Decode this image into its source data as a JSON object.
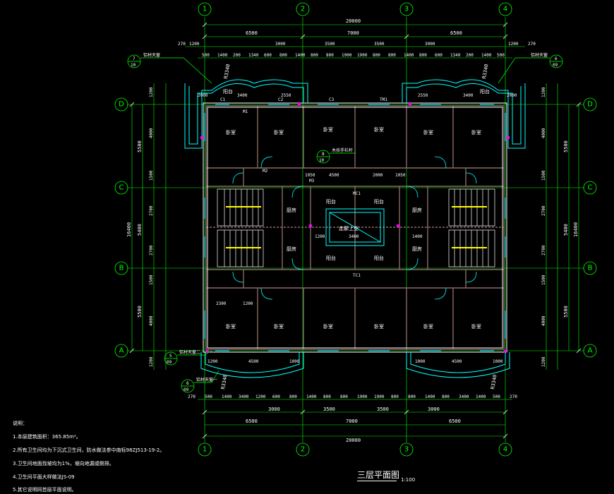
{
  "drawing": {
    "title": "三层平面图",
    "scale": "1:100"
  },
  "axes": {
    "columns": [
      "1",
      "2",
      "3",
      "4"
    ],
    "rows": [
      "D",
      "C",
      "B",
      "A"
    ]
  },
  "dimensions": {
    "top_total": "20000",
    "top_row2": [
      "6500",
      "7000",
      "6500"
    ],
    "top_row3": [
      "270",
      "1200",
      "3000",
      "3500",
      "3500",
      "3000",
      "1200",
      "270"
    ],
    "top_row4": [
      "500",
      "1400",
      "200",
      "1340",
      "600",
      "800",
      "1400",
      "800",
      "800",
      "1900",
      "1900",
      "800",
      "800",
      "1400",
      "800",
      "600",
      "1340",
      "200",
      "1400",
      "500"
    ],
    "bottom_total": "20000",
    "bottom_row2": [
      "6500",
      "7000",
      "6500"
    ],
    "bottom_row3": [
      "3000",
      "3500",
      "3500",
      "3000"
    ],
    "bottom_row4": [
      "270",
      "500",
      "1400",
      "3400",
      "1200",
      "600",
      "800",
      "1400",
      "800",
      "800",
      "1900",
      "1900",
      "800",
      "800",
      "1400",
      "800",
      "3400",
      "1400",
      "500",
      "270"
    ],
    "left_total": "16400",
    "left_row2": [
      "5500",
      "5400",
      "5500"
    ],
    "left_row3": [
      "1200",
      "4000",
      "1500",
      "2700",
      "2700",
      "1500",
      "4000",
      "1200"
    ],
    "right_total": "16400",
    "right_row2": [
      "5500",
      "5400",
      "5500"
    ],
    "right_row3": [
      "1200",
      "4000",
      "1500",
      "2700",
      "2700",
      "1500",
      "4000",
      "1200"
    ]
  },
  "labels": {
    "balconies": [
      "阳台",
      "阳台",
      "阳台",
      "阳台",
      "阳台",
      "阳台"
    ],
    "bedrooms": [
      "卧室",
      "卧室",
      "卧室",
      "卧室",
      "卧室",
      "卧室",
      "卧室",
      "卧室",
      "卧室",
      "卧室",
      "卧室",
      "卧室"
    ],
    "kitchens": [
      "厨房",
      "厨房",
      "厨房",
      "厨房"
    ],
    "stair_hall": "走廊上空",
    "radii": [
      "R3340",
      "R3340",
      "R3340",
      "R3340"
    ],
    "interior_dims": [
      "2000",
      "3400",
      "2550",
      "2550",
      "3400",
      "2000",
      "1050",
      "4500",
      "2000",
      "1050",
      "1200",
      "3400",
      "1400",
      "2300",
      "1200",
      "1200",
      "4500",
      "1000",
      "1000",
      "4500",
      "1000"
    ],
    "codes": [
      "C1",
      "C2",
      "C3",
      "M1",
      "M2",
      "M3",
      "MC1",
      "TC1",
      "TM1"
    ]
  },
  "callouts": [
    {
      "num": "7",
      "sheet": "10",
      "text": "铝材天窗"
    },
    {
      "num": "6",
      "sheet": "09",
      "text": "铝材天窗"
    },
    {
      "num": "8",
      "sheet": "10",
      "text": "木扶手栏杆"
    },
    {
      "num": "5",
      "sheet": "09",
      "text": "铝材天窗二"
    },
    {
      "num": "6",
      "sheet": "09",
      "text": "铝材天窗一"
    }
  ],
  "notes": {
    "heading": "说明：",
    "items": [
      "1.本层建筑面积：365.85m²。",
      "2.所有卫生间均为下沉式卫生间，防水做法参中南标98ZJ513-19-2。",
      "3.卫生间地面找坡均为1%，坡向地漏或侧排。",
      "4.卫生间平面大样做法JS-09",
      "5.其它说明同首层平面说明。"
    ]
  },
  "colors": {
    "axis": "#00ff00",
    "wall": "#ffffff",
    "window": "#00ffff",
    "grid_line": "#8a6a64",
    "callout": "#00ff00",
    "stair": "#ffff00",
    "marker": "#ff00ff"
  }
}
